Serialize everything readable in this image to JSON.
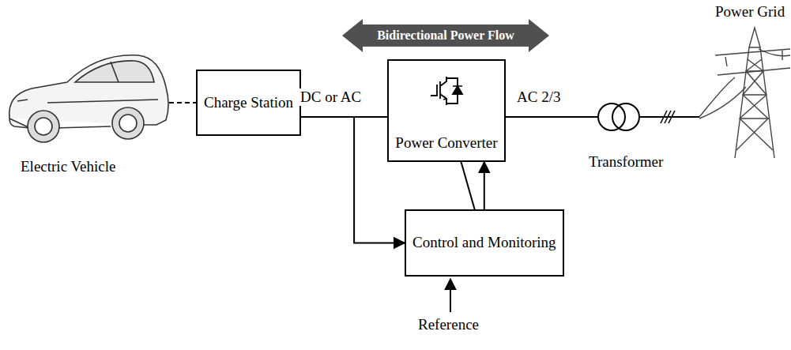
{
  "diagram": {
    "nodes": [
      {
        "text": [
          "Bidirectional Power Flow"
        ]
      },
      {
        "text": [
          "Charge Station"
        ]
      },
      {
        "text": [
          "Power Converter"
        ]
      },
      {
        "text": [
          "Control and Monitoring"
        ]
      }
    ],
    "edges": [
      {
        "from": 1,
        "to": 2,
        "arrow": "none"
      },
      {
        "from": 3,
        "to": 2,
        "arrow": "to"
      },
      {
        "from": 1,
        "to": 3,
        "arrow": "to"
      },
      {
        "from": 2,
        "to": 3,
        "arrow": "to"
      }
    ],
    "labels": [
      "Power Grid",
      "DC or AC",
      "AC 2/3",
      "Electric Vehicle",
      "Transformer",
      "Reference"
    ]
  }
}
